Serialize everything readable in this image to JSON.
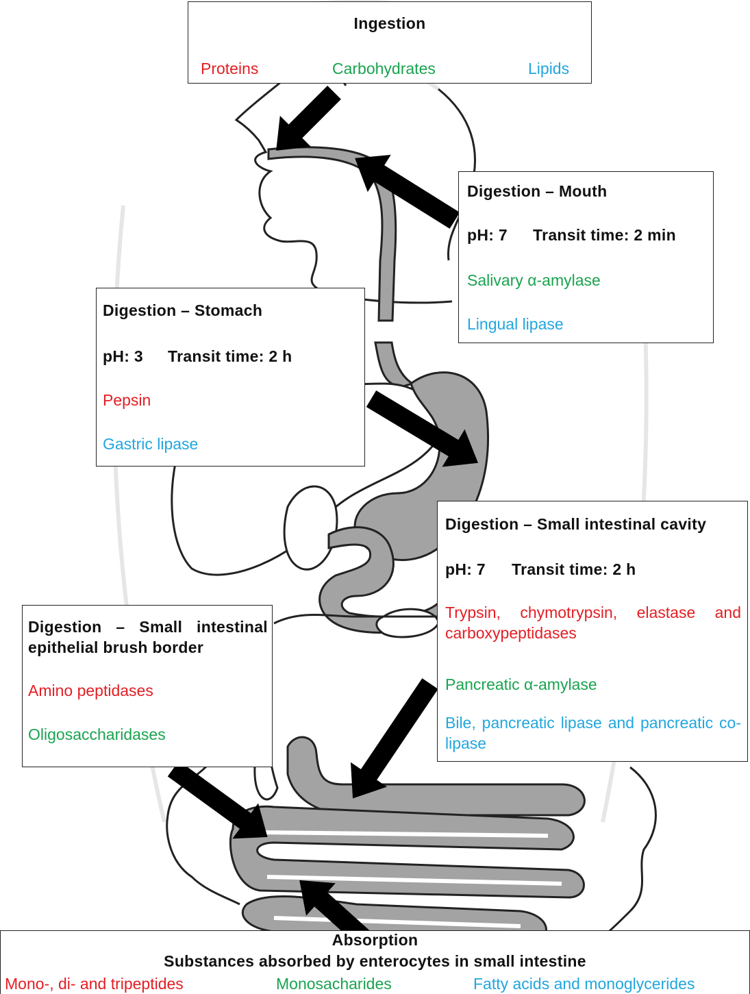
{
  "colors": {
    "protein": "#e31e24",
    "carbohydrate": "#1aa350",
    "lipid": "#22a6de",
    "organ_fill": "#a3a3a3",
    "arrow": "#000000"
  },
  "ingestion": {
    "title": "Ingestion",
    "proteins": "Proteins",
    "carbohydrates": "Carbohydrates",
    "lipids": "Lipids"
  },
  "mouth": {
    "title": "Digestion – Mouth",
    "ph": "pH: 7",
    "transit": "Transit time: 2 min",
    "enzyme_carb": "Salivary α-amylase",
    "enzyme_lipid": "Lingual lipase"
  },
  "stomach": {
    "title": "Digestion – Stomach",
    "ph": "pH: 3",
    "transit": "Transit time: 2 h",
    "enzyme_protein": "Pepsin",
    "enzyme_lipid": "Gastric lipase"
  },
  "small_intestine": {
    "title": "Digestion – Small intestinal cavity",
    "ph": "pH: 7",
    "transit": "Transit time: 2 h",
    "enzyme_protein": "Trypsin, chymotrypsin, elastase and carboxypeptidases",
    "enzyme_carb": "Pancreatic α-amylase",
    "enzyme_lipid": "Bile, pancreatic lipase and pancreatic co-lipase"
  },
  "brush_border": {
    "title": "Digestion – Small intestinal epithelial brush border",
    "enzyme_protein": "Amino peptidases",
    "enzyme_carb": "Oligosaccharidases"
  },
  "absorption": {
    "title": "Absorption",
    "subtitle": "Substances absorbed by enterocytes in small intestine",
    "proteins": "Mono-, di- and tripeptides",
    "carbohydrates": "Monosacharides",
    "lipids": "Fatty acids and monoglycerides"
  }
}
